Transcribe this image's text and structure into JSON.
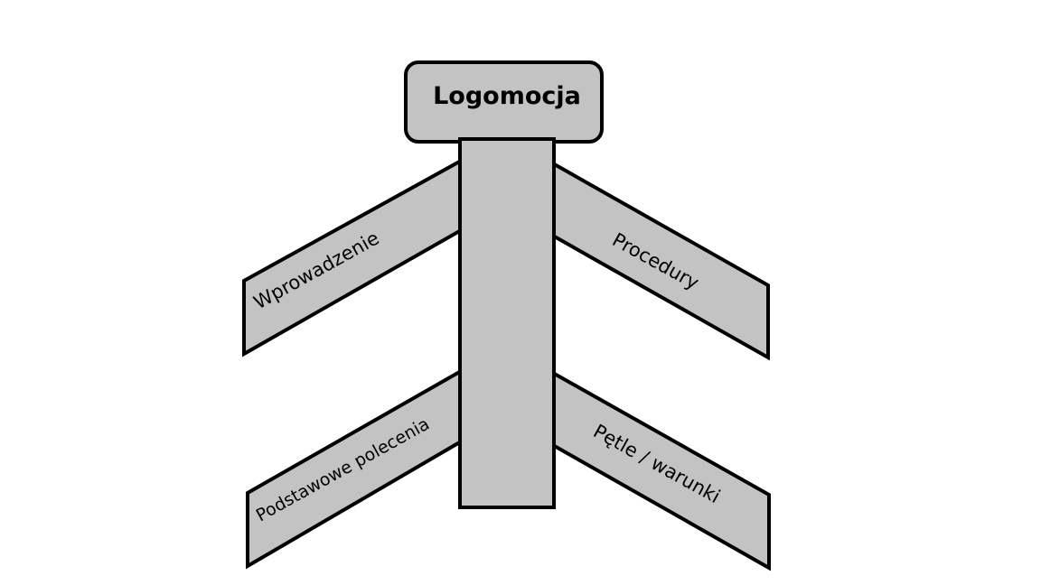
{
  "diagram": {
    "title": "Logomocja",
    "branches": {
      "top_left": "Wprowadzenie",
      "top_right": "Procedury",
      "bottom_left": "Podstawowe polecenia",
      "bottom_right": "Pętle / warunki"
    }
  },
  "colors": {
    "fill": "#c3c3c3",
    "stroke": "#000000",
    "background": "#ffffff"
  }
}
